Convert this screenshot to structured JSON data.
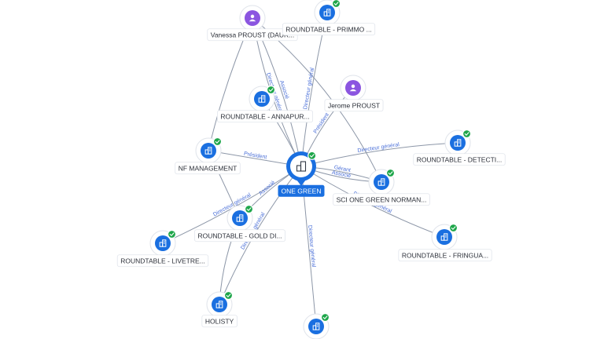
{
  "graph": {
    "center": {
      "id": "center",
      "label": "ONE GREEN",
      "kind": "company",
      "verified": true,
      "icon": "building-icon"
    },
    "nodes": [
      {
        "id": "vanessa",
        "label": "Vanessa PROUST (DAUR...",
        "kind": "person",
        "verified": false,
        "icon": "person-icon"
      },
      {
        "id": "primmo",
        "label": "ROUNDTABLE - PRIMMO ...",
        "kind": "company",
        "verified": true,
        "icon": "building-icon"
      },
      {
        "id": "annapur",
        "label": "ROUNDTABLE - ANNAPUR...",
        "kind": "company",
        "verified": true,
        "icon": "building-icon"
      },
      {
        "id": "jerome",
        "label": "Jerome PROUST",
        "kind": "person",
        "verified": false,
        "icon": "person-icon"
      },
      {
        "id": "nf",
        "label": "NF MANAGEMENT",
        "kind": "company",
        "verified": true,
        "icon": "building-icon"
      },
      {
        "id": "detecti",
        "label": "ROUNDTABLE - DETECTI...",
        "kind": "company",
        "verified": true,
        "icon": "building-icon"
      },
      {
        "id": "sci",
        "label": "SCI ONE GREEN NORMAN...",
        "kind": "company",
        "verified": true,
        "icon": "building-icon"
      },
      {
        "id": "golddi",
        "label": "ROUNDTABLE - GOLD DI...",
        "kind": "company",
        "verified": true,
        "icon": "building-icon"
      },
      {
        "id": "livetre",
        "label": "ROUNDTABLE - LIVETRE...",
        "kind": "company",
        "verified": true,
        "icon": "building-icon"
      },
      {
        "id": "fringua",
        "label": "ROUNDTABLE - FRINGUA...",
        "kind": "company",
        "verified": true,
        "icon": "building-icon"
      },
      {
        "id": "holisty",
        "label": "HOLISTY",
        "kind": "company",
        "verified": true,
        "icon": "building-icon"
      },
      {
        "id": "bottom",
        "label": "",
        "kind": "company",
        "verified": true,
        "icon": "building-icon"
      }
    ],
    "edges": [
      {
        "from": "center",
        "to": "nf",
        "label": "Président"
      },
      {
        "from": "center",
        "to": "primmo",
        "label": "Directeur général"
      },
      {
        "from": "center",
        "to": "detecti",
        "label": "Directeur général"
      },
      {
        "from": "center",
        "to": "sci",
        "label": "Gérant"
      },
      {
        "from": "center",
        "to": "sci",
        "label": "Associé"
      },
      {
        "from": "center",
        "to": "fringua",
        "label": "Directeur général"
      },
      {
        "from": "center",
        "to": "bottom",
        "label": "Directeur général"
      },
      {
        "from": "center",
        "to": "livetre",
        "label": "Directeur général"
      },
      {
        "from": "center",
        "to": "holisty",
        "label": "Directeur général"
      },
      {
        "from": "center",
        "to": "golddi",
        "label": "Associé"
      },
      {
        "from": "vanessa",
        "to": "center",
        "label": "Directeur général"
      },
      {
        "from": "vanessa",
        "to": "center",
        "label": "Associé"
      },
      {
        "from": "jerome",
        "to": "center",
        "label": "Président"
      },
      {
        "from": "annapur",
        "to": "center",
        "label": ""
      },
      {
        "from": "vanessa",
        "to": "sci",
        "label": ""
      },
      {
        "from": "nf",
        "to": "golddi",
        "label": ""
      },
      {
        "from": "vanessa",
        "to": "nf",
        "label": ""
      },
      {
        "from": "golddi",
        "to": "holisty",
        "label": ""
      }
    ]
  }
}
